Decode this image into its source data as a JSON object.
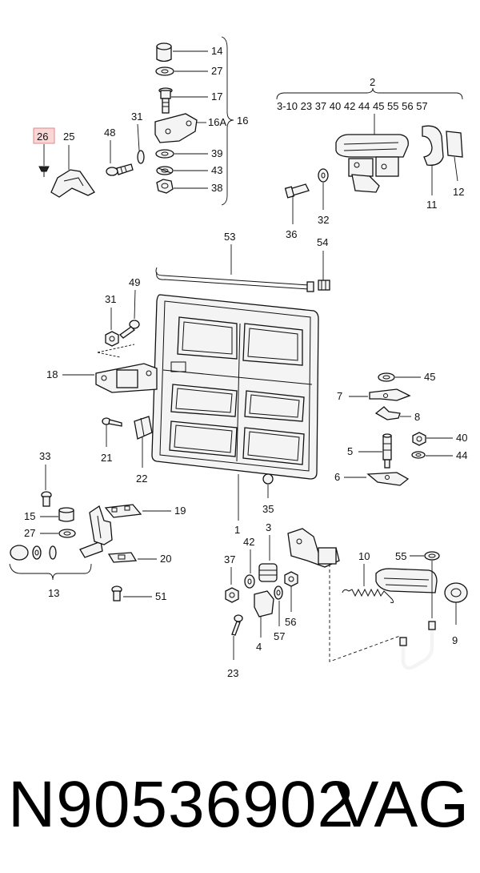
{
  "diagram": {
    "highlight_color": "#f9d7d7",
    "highlighted_label": "26",
    "bracket_2_sublabel": "3-10 23 37 40 42 44 45 55 56 57",
    "labels": {
      "l1": "1",
      "l2": "2",
      "l3": "3",
      "l4": "4",
      "l5": "5",
      "l6": "6",
      "l7": "7",
      "l8": "8",
      "l9": "9",
      "l10": "10",
      "l11": "11",
      "l12": "12",
      "l13": "13",
      "l14": "14",
      "l15": "15",
      "l16": "16",
      "l16a": "16A",
      "l17": "17",
      "l18": "18",
      "l19": "19",
      "l20": "20",
      "l21": "21",
      "l22": "22",
      "l23": "23",
      "l25": "25",
      "l26": "26",
      "l27a": "27",
      "l27b": "27",
      "l31a": "31",
      "l31b": "31",
      "l32": "32",
      "l33": "33",
      "l35": "35",
      "l36": "36",
      "l37": "37",
      "l38": "38",
      "l39": "39",
      "l40": "40",
      "l42": "42",
      "l43": "43",
      "l44": "44",
      "l45": "45",
      "l48": "48",
      "l49": "49",
      "l51": "51",
      "l53": "53",
      "l54": "54",
      "l55": "55",
      "l56": "56",
      "l57": "57"
    }
  },
  "footer": {
    "part_number": "N90536902",
    "brand": "VAG"
  }
}
